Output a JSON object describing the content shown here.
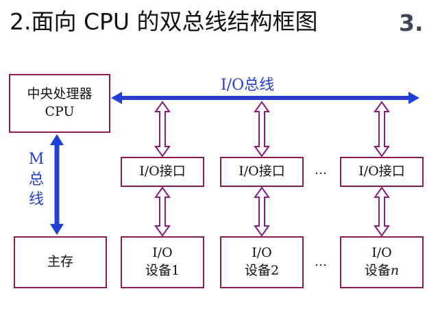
{
  "header": {
    "title": "2.面向 CPU 的双总线结构框图",
    "section_number": "3."
  },
  "diagram": {
    "cpu": {
      "line1": "中央处理器",
      "line2": "CPU"
    },
    "io_bus_label": "I/O总线",
    "m_bus_label": [
      "M",
      "总",
      "线"
    ],
    "main_memory": "主存",
    "interfaces": [
      "I/O接口",
      "I/O接口",
      "I/O接口"
    ],
    "devices": [
      {
        "line1": "I/O",
        "line2": "设备1"
      },
      {
        "line1": "I/O",
        "line2": "设备2"
      },
      {
        "line1": "I/O",
        "line2": "设备",
        "line2_italic": "n"
      }
    ],
    "ellipsis": "…",
    "colors": {
      "bus_blue": "#1f3fd6",
      "border_purple": "#8b1a4c",
      "link_purple": "#8b1a7a"
    }
  }
}
